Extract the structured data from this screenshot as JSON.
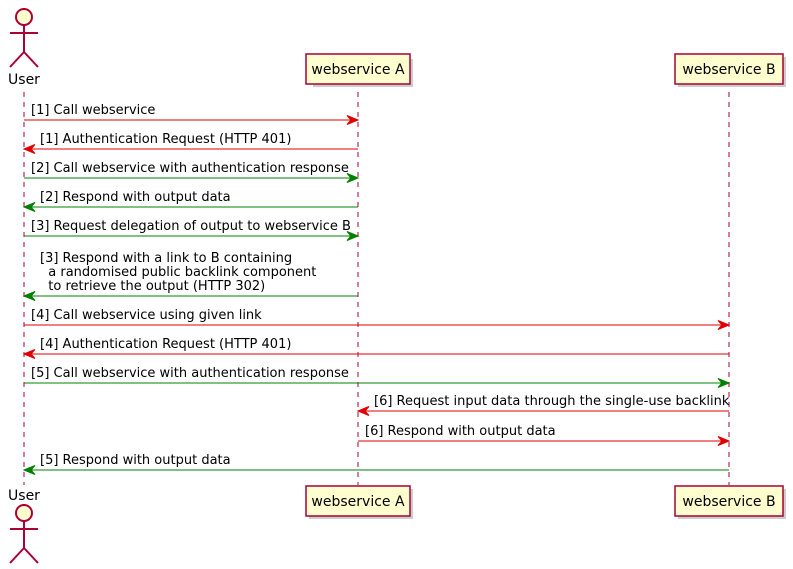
{
  "participants": {
    "user": "User",
    "a": "webservice A",
    "b": "webservice B"
  },
  "colors": {
    "red": "#e00000",
    "green": "#008000",
    "box_fill": "#fefece",
    "box_border": "#a80036",
    "actor_fill": "#fefece",
    "actor_stroke": "#a80036",
    "lifeline": "#a80036"
  },
  "messages": [
    {
      "from": "user",
      "to": "a",
      "color": "red",
      "lines": [
        "[1] Call webservice"
      ]
    },
    {
      "from": "a",
      "to": "user",
      "color": "red",
      "lines": [
        "[1] Authentication Request (HTTP 401)"
      ]
    },
    {
      "from": "user",
      "to": "a",
      "color": "green",
      "lines": [
        "[2] Call webservice with authentication response"
      ]
    },
    {
      "from": "a",
      "to": "user",
      "color": "green",
      "lines": [
        "[2] Respond with output data"
      ]
    },
    {
      "from": "user",
      "to": "a",
      "color": "green",
      "lines": [
        "[3] Request delegation of output to webservice B"
      ]
    },
    {
      "from": "a",
      "to": "user",
      "color": "green",
      "lines": [
        "[3] Respond with a link to B containing",
        "  a randomised public backlink component",
        "  to retrieve the output (HTTP 302)"
      ]
    },
    {
      "from": "user",
      "to": "b",
      "color": "red",
      "lines": [
        "[4] Call webservice using given link"
      ]
    },
    {
      "from": "b",
      "to": "user",
      "color": "red",
      "lines": [
        "[4] Authentication Request (HTTP 401)"
      ]
    },
    {
      "from": "user",
      "to": "b",
      "color": "green",
      "lines": [
        "[5] Call webservice with authentication response"
      ]
    },
    {
      "from": "b",
      "to": "a",
      "color": "red",
      "lines": [
        "[6] Request input data through the single-use backlink"
      ]
    },
    {
      "from": "a",
      "to": "b",
      "color": "red",
      "lines": [
        "[6] Respond with output data"
      ]
    },
    {
      "from": "b",
      "to": "user",
      "color": "green",
      "lines": [
        "[5] Respond with output data"
      ]
    }
  ]
}
